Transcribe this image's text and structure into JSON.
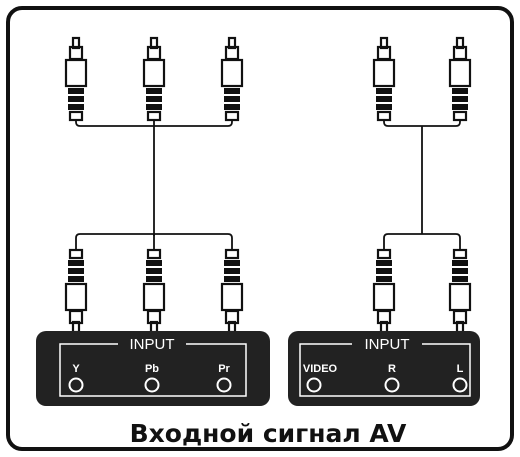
{
  "caption": "Входной сигнал AV",
  "panels": [
    {
      "title": "INPUT",
      "ports": [
        "Y",
        "Pb",
        "Pr"
      ]
    },
    {
      "title": "INPUT",
      "ports": [
        "VIDEO",
        "R",
        "L"
      ]
    }
  ],
  "colors": {
    "outline": "#111111",
    "panel_fill": "#222222",
    "panel_text": "#ffffff",
    "background": "#ffffff"
  },
  "icons": {
    "connector": "rca-plug-icon",
    "port": "rca-jack-icon"
  }
}
